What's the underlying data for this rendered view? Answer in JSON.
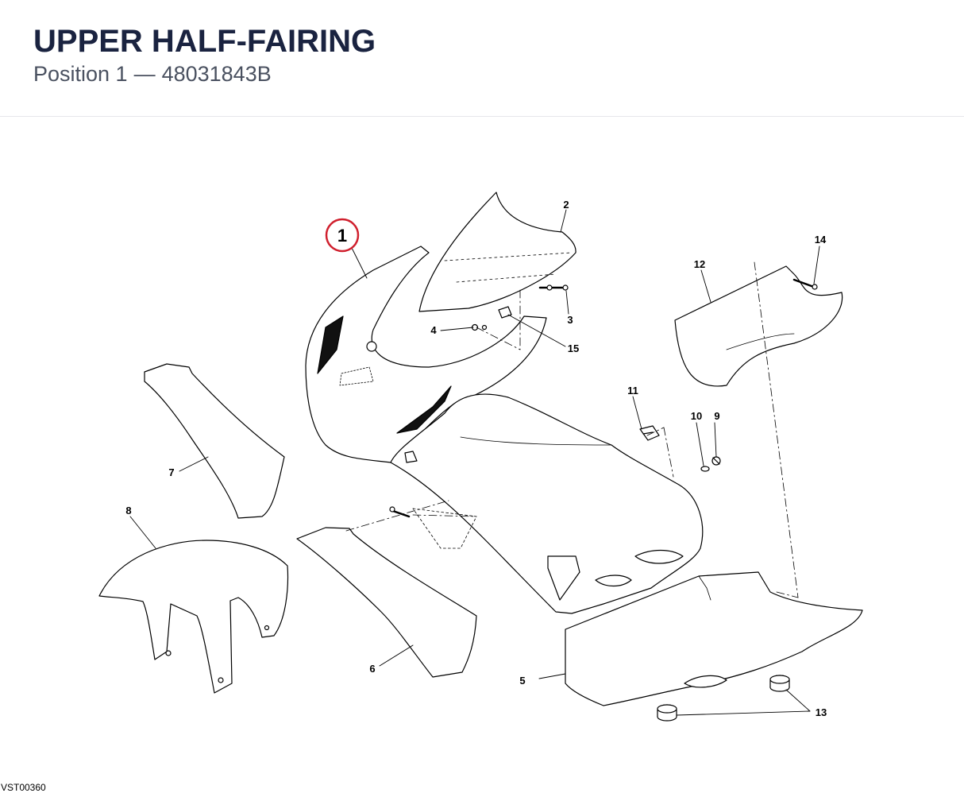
{
  "header": {
    "title": "UPPER HALF-FAIRING",
    "position_label": "Position 1",
    "separator": "—",
    "part_number": "48031843B"
  },
  "diagram": {
    "highlighted_callout": "1",
    "callouts": {
      "c1": "1",
      "c2": "2",
      "c3": "3",
      "c4": "4",
      "c5": "5",
      "c6": "6",
      "c7": "7",
      "c8": "8",
      "c9": "9",
      "c10": "10",
      "c11": "11",
      "c12": "12",
      "c13": "13",
      "c14": "14",
      "c15": "15"
    },
    "highlight_color": "#d0202e"
  },
  "footer": {
    "drawing_code": "VST00360"
  }
}
